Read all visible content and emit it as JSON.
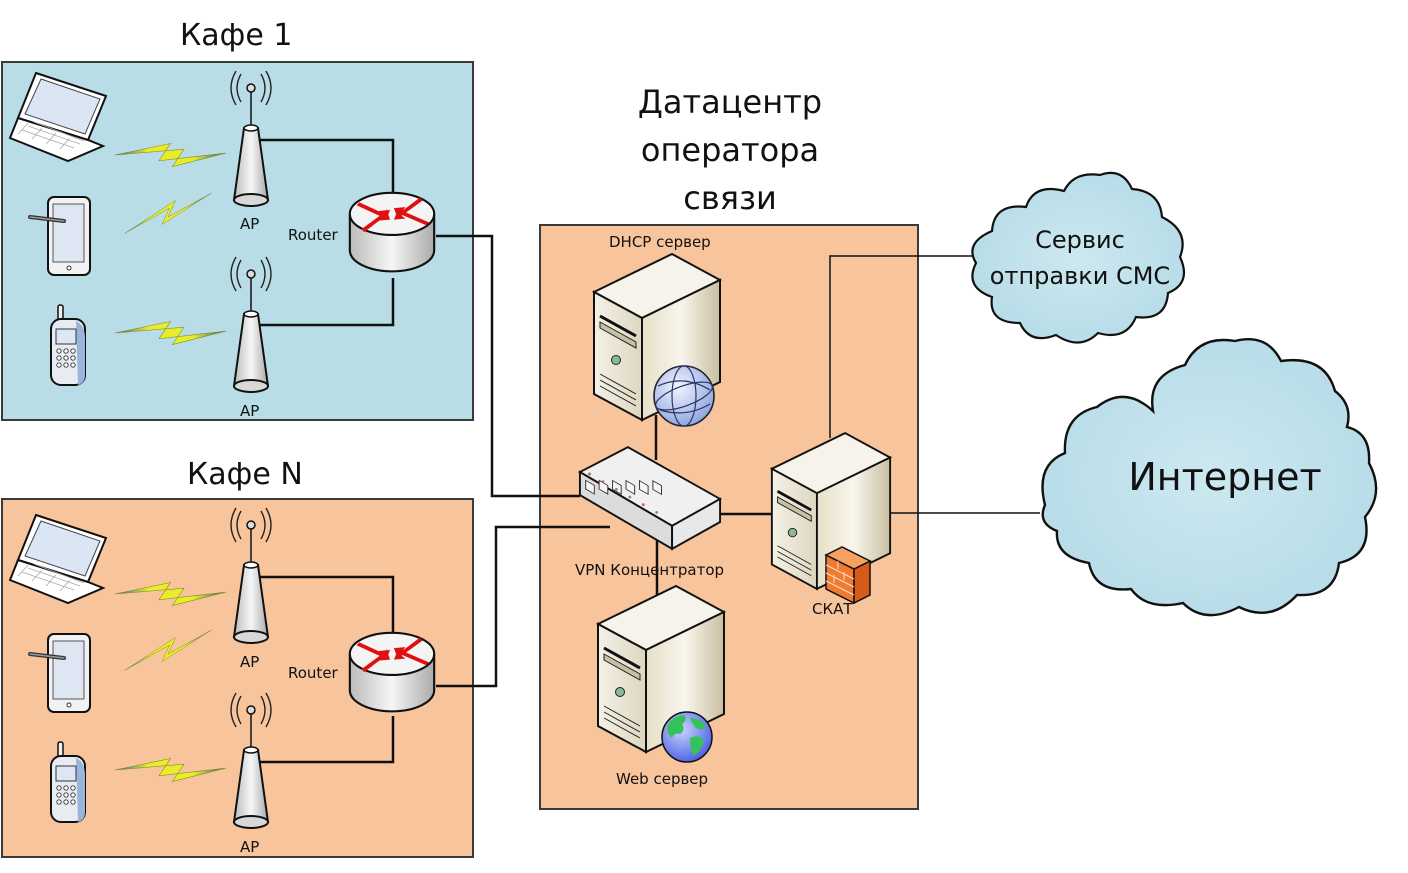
{
  "colors": {
    "cafe1_bg": "#b8dde6",
    "cafeN_bg": "#f8c49c",
    "datacenter_bg": "#f8c49c",
    "cloud_fill": "#bfe2ec",
    "line": "#111111",
    "bolt": "#e8ec2a",
    "router_arrow": "#e01010"
  },
  "cafes": [
    {
      "title": "Кафе 1",
      "router_label": "Router",
      "ap_labels": [
        "AP",
        "AP"
      ],
      "devices": [
        "laptop",
        "tablet",
        "mobile-phone"
      ]
    },
    {
      "title": "Кафе N",
      "router_label": "Router",
      "ap_labels": [
        "AP",
        "AP"
      ],
      "devices": [
        "laptop",
        "tablet",
        "mobile-phone"
      ]
    }
  ],
  "datacenter": {
    "title_lines": [
      "Датацентр",
      "оператора",
      "связи"
    ],
    "dhcp_label": "DHCP сервер",
    "vpn_label": "VPN Концентратор",
    "web_label": "Web сервер",
    "skat_label": "СКАТ"
  },
  "clouds": {
    "sms_lines": [
      "Сервис",
      "отправки СМС"
    ],
    "internet": "Интернет"
  }
}
